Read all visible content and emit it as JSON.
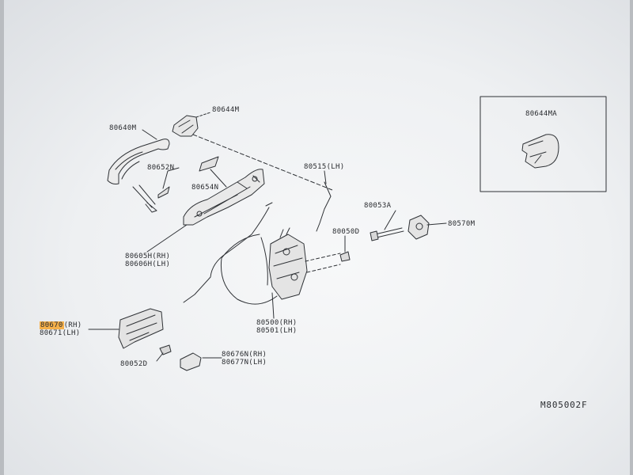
{
  "labels": {
    "p80640M": "80640M",
    "p80644M": "80644M",
    "p80652N": "80652N",
    "p80654N": "80654N",
    "p80515": "80515(LH)",
    "p80644MA": "80644MA",
    "p80053A": "80053A",
    "p80570M": "80570M",
    "p80050D": "80050D",
    "p80605H": "80605H(RH)",
    "p80606H": "80606H(LH)",
    "p80500": "80500(RH)",
    "p80501": "80501(LH)",
    "p80670": "80670",
    "p80670_side": "(RH)",
    "p80671": "80671(LH)",
    "p80052D": "80052D",
    "p80676N": "80676N(RH)",
    "p80677N": "80677N(LH)"
  },
  "diagram_code": "M805002F",
  "colors": {
    "highlight": "#f5b04a",
    "ink": "#2a2c30"
  }
}
